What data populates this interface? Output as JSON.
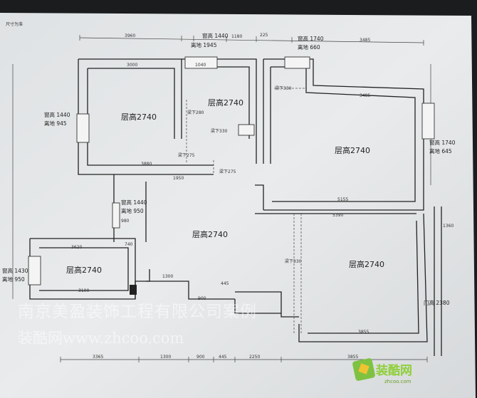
{
  "rooms": [
    "层高2740",
    "层高2740",
    "层高2740",
    "层高2740",
    "层高2740",
    "层高2740"
  ],
  "notes": {
    "top1_height": "窗高 1440",
    "top1_sill": "离地 1945",
    "top2_height": "窗高 1740",
    "top2_sill": "离地 660",
    "left_height": "窗高 1440",
    "left_sill": "离地 945",
    "right_height": "窗高 1740",
    "right_sill": "离地 645",
    "mid_height": "窗高 1440",
    "mid_sill": "离地 950",
    "bl_height": "窗高 1430",
    "bl_sill": "离地 950",
    "door_height": "门高 2380"
  },
  "beams": [
    "梁下280",
    "梁下330",
    "梁下275",
    "梁下275",
    "梁下330",
    "梁下330"
  ],
  "dims": {
    "top": [
      "3960",
      "1180",
      "225",
      "3485"
    ],
    "inner": [
      "3000",
      "1040",
      "3485",
      "3880",
      "1950",
      "5155",
      "5390",
      "980",
      "3620",
      "740",
      "3100",
      "1300",
      "900",
      "445",
      "3855",
      "1360"
    ],
    "bottom": [
      "3365",
      "1300",
      "900",
      "445",
      "2250",
      "3855"
    ]
  },
  "sheet_note": "尺寸为准",
  "watermark": {
    "company": "南京美盈装饰工程有限公司案例",
    "site": "装酷网www.zhcoo.com"
  },
  "logo": {
    "text": "装酷网",
    "url": "zhcoo.com"
  }
}
